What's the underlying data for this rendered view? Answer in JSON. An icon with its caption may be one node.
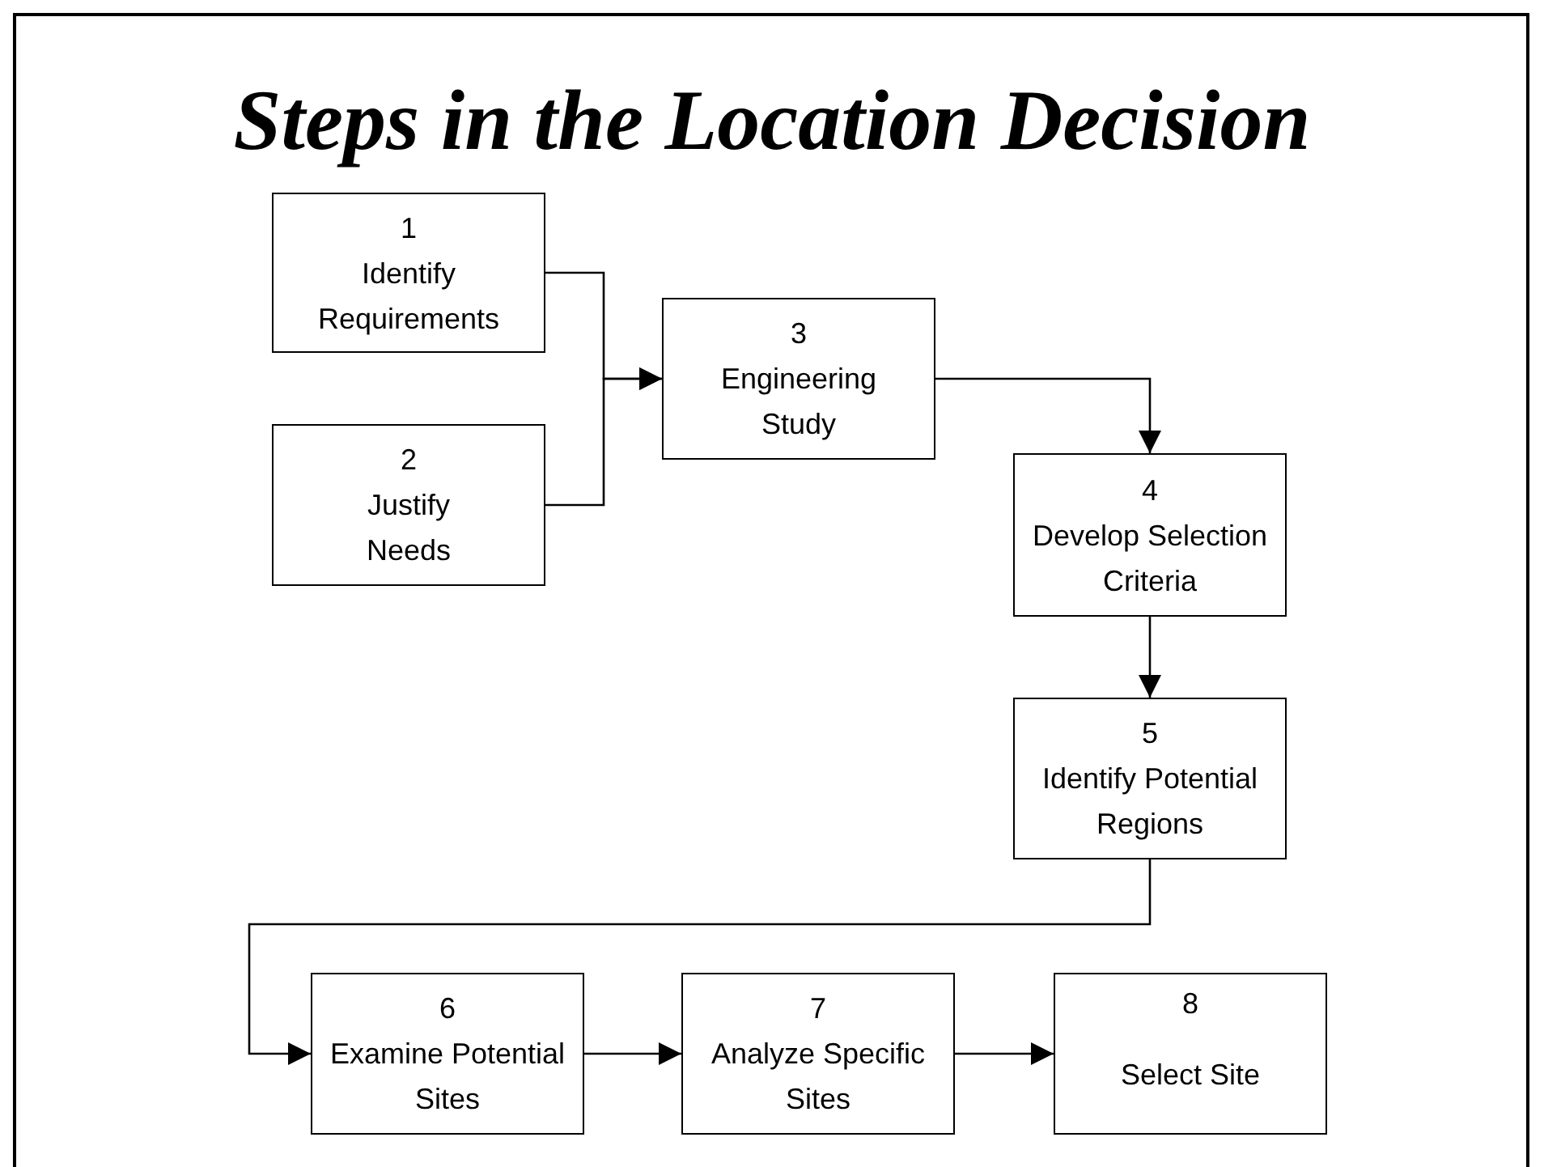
{
  "diagram": {
    "title": "Steps in the Location Decision",
    "nodes": [
      {
        "text": [
          "1",
          "Identify Requirements"
        ]
      },
      {
        "text": [
          "2",
          "Justify Needs"
        ]
      },
      {
        "text": [
          "3",
          "Engineering Study"
        ]
      },
      {
        "text": [
          "4",
          "Develop Selection Criteria"
        ]
      },
      {
        "text": [
          "5",
          "Identify Potential Regions"
        ]
      },
      {
        "text": [
          "6",
          "Examine Potential Sites"
        ]
      },
      {
        "text": [
          "7",
          "Analyze Specific Sites"
        ]
      },
      {
        "text": [
          "8",
          "Select Site"
        ]
      }
    ],
    "edges": [
      {
        "from": 0,
        "to": 2,
        "arrow": "to"
      },
      {
        "from": 1,
        "to": 2,
        "arrow": "to"
      },
      {
        "from": 2,
        "to": 3,
        "arrow": "to"
      },
      {
        "from": 3,
        "to": 4,
        "arrow": "to"
      },
      {
        "from": 4,
        "to": 5,
        "arrow": "to"
      },
      {
        "from": 5,
        "to": 6,
        "arrow": "to"
      },
      {
        "from": 6,
        "to": 7,
        "arrow": "to"
      }
    ]
  }
}
